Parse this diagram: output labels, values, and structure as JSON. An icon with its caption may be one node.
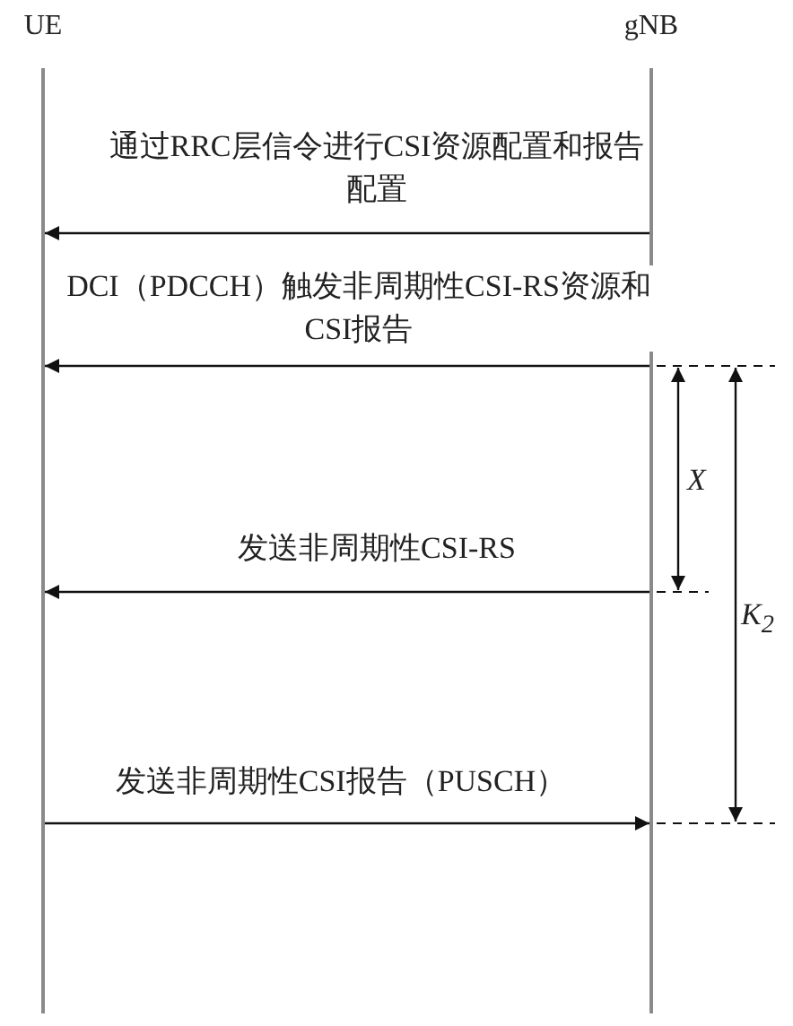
{
  "diagram": {
    "nodes": [
      {
        "text": [
          "UE"
        ]
      },
      {
        "text": [
          "gNB"
        ]
      }
    ],
    "edges": [
      {
        "from": 1,
        "to": 0,
        "arrow": "to",
        "label": "通过RRC层信令进行CSI资源配置和报告配置"
      },
      {
        "from": 1,
        "to": 0,
        "arrow": "to",
        "label": "DCI（PDCCH）触发非周期性CSI-RS资源和CSI报告"
      },
      {
        "from": 1,
        "to": 0,
        "arrow": "to",
        "label": "发送非周期性CSI-RS"
      },
      {
        "from": 0,
        "to": 1,
        "arrow": "to",
        "label": "发送非周期性CSI报告（PUSCH）"
      }
    ],
    "labels": [
      "X",
      "K$_{2}$"
    ]
  }
}
